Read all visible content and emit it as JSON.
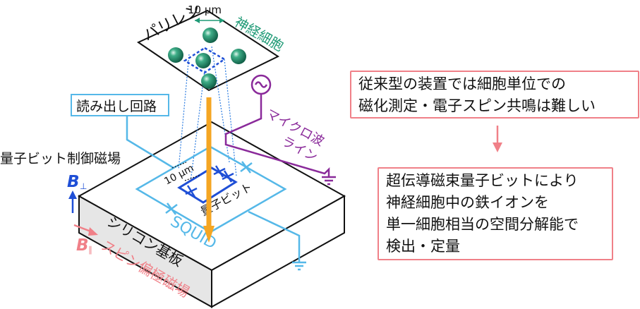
{
  "labels": {
    "scale_top": "10 μm",
    "parylene": "パリレン",
    "neuron": "神経細胞",
    "readout": "読み出し回路",
    "microwave_1": "マイクロ波",
    "microwave_2": "ライン",
    "qubit_field": "量子ビット制御磁場",
    "b_perp": "B",
    "b_perp_sub": "⊥",
    "scale_chip": "10 μm",
    "qubit": "量子ビット",
    "squid": "SQUID",
    "substrate": "シリコン基板",
    "b_par": "B",
    "b_par_sub": "∥",
    "spin_field": "スピン偏極磁場"
  },
  "box_top": {
    "line1": "従来型の装置では細胞単位での",
    "line2": "磁化測定・電子スピン共鳴は難しい"
  },
  "box_bottom": {
    "line1": "超伝導磁束量子ビットにより",
    "line2": "神経細胞中の鉄イオンを",
    "line3": "単一細胞相当の空間分解能で",
    "line4": "検出・定量"
  },
  "colors": {
    "cyan": "#55b8e8",
    "blue": "#1f4fd6",
    "green": "#1f9a76",
    "purple": "#8a2a9a",
    "orange": "#f5a623",
    "pink": "#f08088",
    "dark": "#111111"
  }
}
